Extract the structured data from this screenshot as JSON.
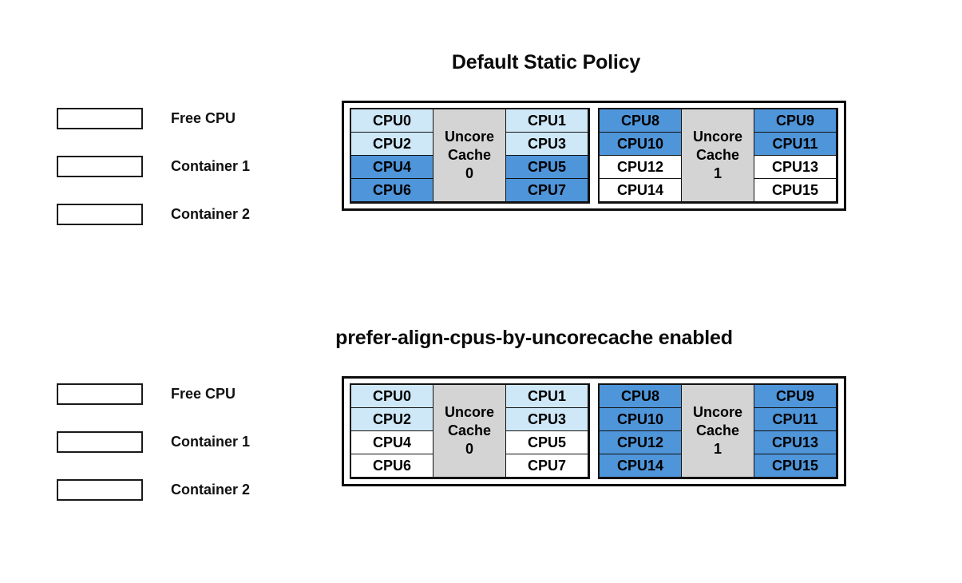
{
  "colors": {
    "free_cpu": "#ffffff",
    "container1": "#cfe8f7",
    "container2": "#4f95d9",
    "uncore_cache": "#d4d4d4",
    "frame": "#0d2435",
    "border": "#111111"
  },
  "panels": [
    {
      "id": "static",
      "title": "Default Static Policy",
      "legend": [
        {
          "label": "Free CPU",
          "state": "free"
        },
        {
          "label": "Container 1",
          "state": "container1"
        },
        {
          "label": "Container 2",
          "state": "container2"
        }
      ],
      "caches": [
        {
          "name": "Uncore Cache 0",
          "name_lines": [
            "Uncore",
            "Cache",
            "0"
          ],
          "left_column": [
            {
              "label": "CPU0",
              "state": "container1"
            },
            {
              "label": "CPU2",
              "state": "container1"
            },
            {
              "label": "CPU4",
              "state": "container2"
            },
            {
              "label": "CPU6",
              "state": "container2"
            }
          ],
          "right_column": [
            {
              "label": "CPU1",
              "state": "container1"
            },
            {
              "label": "CPU3",
              "state": "container1"
            },
            {
              "label": "CPU5",
              "state": "container2"
            },
            {
              "label": "CPU7",
              "state": "container2"
            }
          ]
        },
        {
          "name": "Uncore Cache 1",
          "name_lines": [
            "Uncore",
            "Cache",
            "1"
          ],
          "left_column": [
            {
              "label": "CPU8",
              "state": "container2"
            },
            {
              "label": "CPU10",
              "state": "container2"
            },
            {
              "label": "CPU12",
              "state": "free"
            },
            {
              "label": "CPU14",
              "state": "free"
            }
          ],
          "right_column": [
            {
              "label": "CPU9",
              "state": "container2"
            },
            {
              "label": "CPU11",
              "state": "container2"
            },
            {
              "label": "CPU13",
              "state": "free"
            },
            {
              "label": "CPU15",
              "state": "free"
            }
          ]
        }
      ]
    },
    {
      "id": "prefer",
      "title": "prefer-align-cpus-by-uncorecache enabled",
      "legend": [
        {
          "label": "Free CPU",
          "state": "free"
        },
        {
          "label": "Container 1",
          "state": "container1"
        },
        {
          "label": "Container 2",
          "state": "container2"
        }
      ],
      "caches": [
        {
          "name": "Uncore Cache 0",
          "name_lines": [
            "Uncore",
            "Cache",
            "0"
          ],
          "left_column": [
            {
              "label": "CPU0",
              "state": "container1"
            },
            {
              "label": "CPU2",
              "state": "container1"
            },
            {
              "label": "CPU4",
              "state": "free"
            },
            {
              "label": "CPU6",
              "state": "free"
            }
          ],
          "right_column": [
            {
              "label": "CPU1",
              "state": "container1"
            },
            {
              "label": "CPU3",
              "state": "container1"
            },
            {
              "label": "CPU5",
              "state": "free"
            },
            {
              "label": "CPU7",
              "state": "free"
            }
          ]
        },
        {
          "name": "Uncore Cache 1",
          "name_lines": [
            "Uncore",
            "Cache",
            "1"
          ],
          "left_column": [
            {
              "label": "CPU8",
              "state": "container2"
            },
            {
              "label": "CPU10",
              "state": "container2"
            },
            {
              "label": "CPU12",
              "state": "container2"
            },
            {
              "label": "CPU14",
              "state": "container2"
            }
          ],
          "right_column": [
            {
              "label": "CPU9",
              "state": "container2"
            },
            {
              "label": "CPU11",
              "state": "container2"
            },
            {
              "label": "CPU13",
              "state": "container2"
            },
            {
              "label": "CPU15",
              "state": "container2"
            }
          ]
        }
      ]
    }
  ]
}
